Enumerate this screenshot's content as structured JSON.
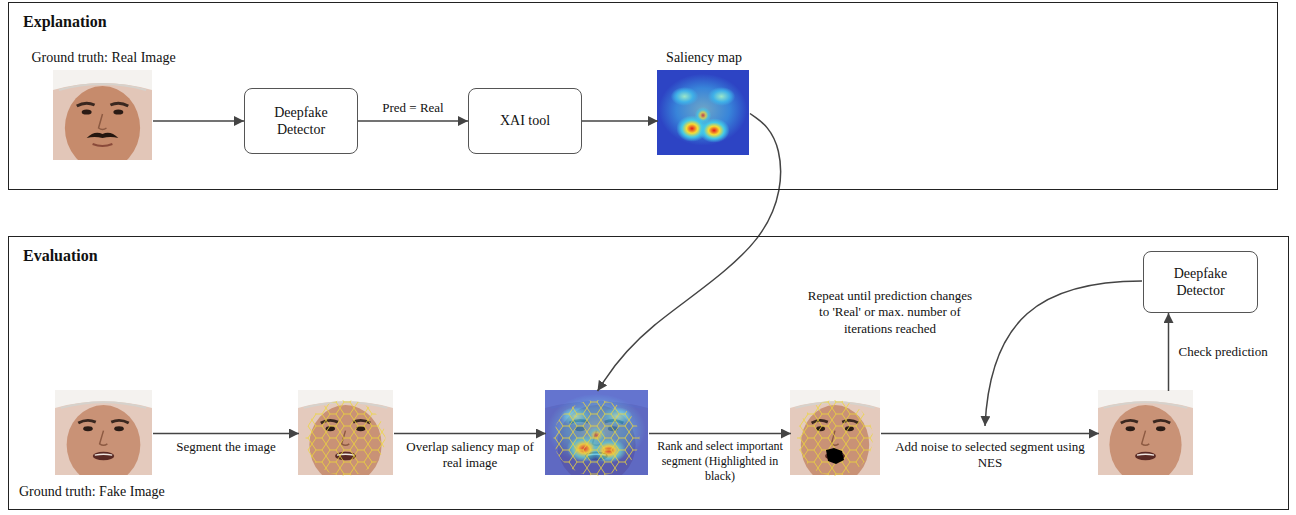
{
  "diagram": {
    "nodes": [
      {
        "text": [
          "Explanation"
        ]
      },
      {
        "text": [
          "Ground truth: Real Image"
        ],
        "in": 0
      },
      {
        "text": [
          "Deepfake Detector"
        ],
        "in": 0
      },
      {
        "text": [
          "XAI tool"
        ],
        "in": 0
      },
      {
        "text": [
          "Saliency map"
        ],
        "in": 0
      },
      {
        "text": [
          "Evaluation"
        ]
      },
      {
        "text": [
          "Ground truth: Fake Image"
        ],
        "in": 5
      },
      {
        "text": [],
        "in": 5
      },
      {
        "text": [],
        "in": 5
      },
      {
        "text": [],
        "in": 5
      },
      {
        "text": [],
        "in": 5
      },
      {
        "text": [
          "Deepfake Detector"
        ],
        "in": 5
      }
    ],
    "edges": [
      {
        "from": 1,
        "to": 2,
        "arrow": "to"
      },
      {
        "from": 2,
        "to": 3,
        "label": "Pred = Real",
        "arrow": "to"
      },
      {
        "from": 3,
        "to": 4,
        "arrow": "to"
      },
      {
        "from": 4,
        "to": 8,
        "arrow": "to"
      },
      {
        "from": 6,
        "to": 7,
        "label": "Segment the image",
        "arrow": "to"
      },
      {
        "from": 7,
        "to": 8,
        "label": "Overlap saliency map of real image",
        "arrow": "to"
      },
      {
        "from": 8,
        "to": 9,
        "label": "Rank and select important segment (Highlighted in black)",
        "arrow": "to"
      },
      {
        "from": 9,
        "to": 10,
        "label": "Add noise to selected segment using NES",
        "arrow": "to"
      },
      {
        "from": 10,
        "to": 11,
        "label": "Check prediction",
        "arrow": "to"
      }
    ],
    "labels": [
      "Repeat until prediction changes to 'Real' or max. number of iterations reached"
    ]
  }
}
